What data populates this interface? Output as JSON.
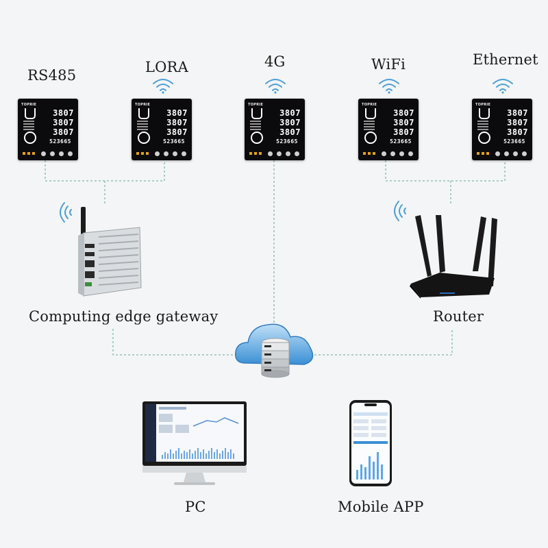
{
  "meters": [
    {
      "label": "RS485",
      "brand": "TOPRIE",
      "r1": "3807",
      "r2": "3807",
      "r3": "3807",
      "r4": "523665",
      "wireless": false
    },
    {
      "label": "LORA",
      "brand": "TOPRIE",
      "r1": "3807",
      "r2": "3807",
      "r3": "3807",
      "r4": "523665",
      "wireless": true
    },
    {
      "label": "4G",
      "brand": "TOPRIE",
      "r1": "3807",
      "r2": "3807",
      "r3": "3807",
      "r4": "523665",
      "wireless": true
    },
    {
      "label": "WiFi",
      "brand": "TOPRIE",
      "r1": "3807",
      "r2": "3807",
      "r3": "3807",
      "r4": "523665",
      "wireless": true
    },
    {
      "label": "Ethernet",
      "brand": "TOPRIE",
      "r1": "3807",
      "r2": "3807",
      "r3": "3807",
      "r4": "523665",
      "wireless": true
    }
  ],
  "gateway": {
    "label": "Computing edge gateway"
  },
  "router": {
    "label": "Router"
  },
  "pc": {
    "label": "PC"
  },
  "mobile": {
    "label": "Mobile APP"
  },
  "colors": {
    "connector": "#7fb8a8",
    "cloud": "#3a8fd4",
    "meter_bg": "#0b0b0d",
    "led": "#e6a018"
  }
}
